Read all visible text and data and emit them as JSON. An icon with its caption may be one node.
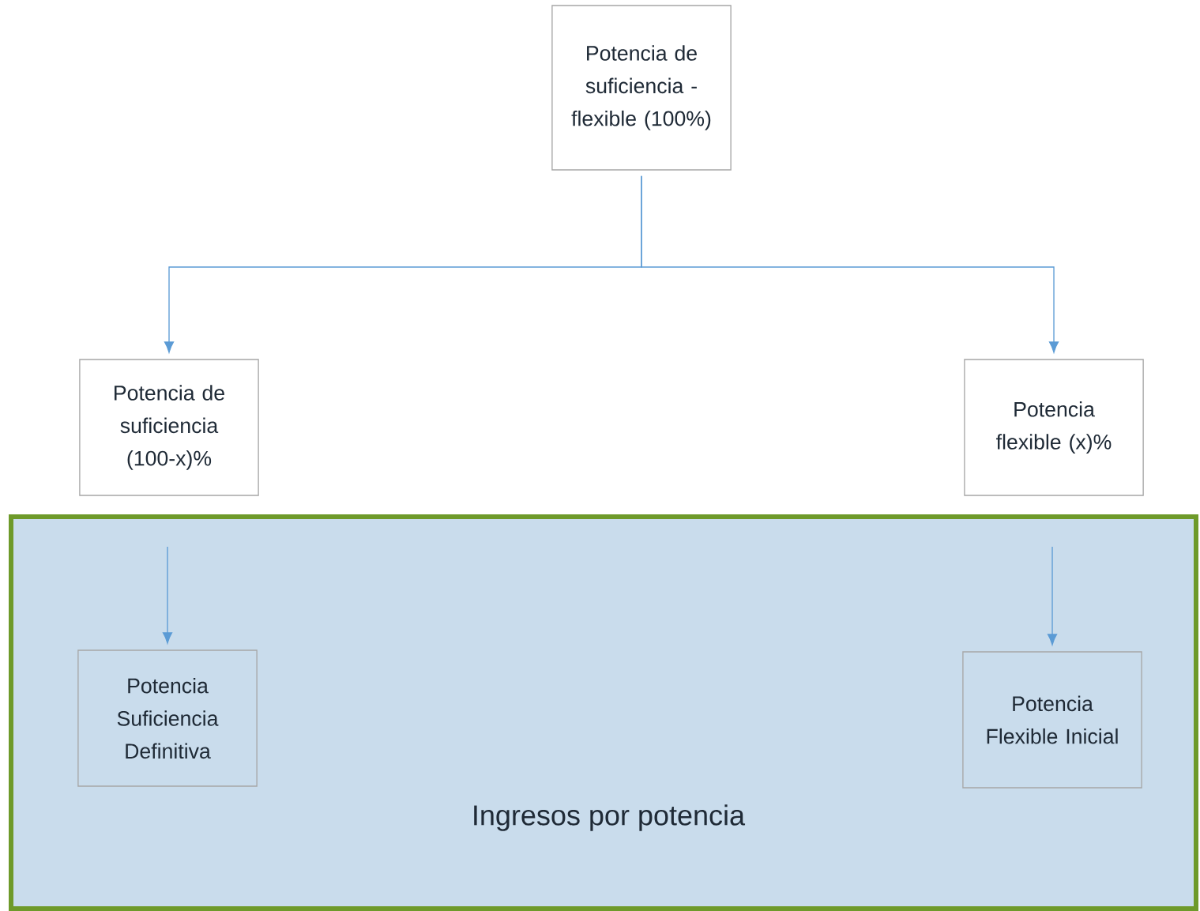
{
  "diagram": {
    "nodes": [
      {
        "text": [
          "Potencia de suficiencia - flexible (100%)"
        ]
      },
      {
        "text": [
          "Potencia de suficiencia (100-x)%"
        ]
      },
      {
        "text": [
          "Potencia flexible (x)%"
        ]
      },
      {
        "text": [
          "Ingresos por potencia"
        ]
      },
      {
        "text": [
          "Potencia Suficiencia Definitiva"
        ],
        "in": 3
      },
      {
        "text": [
          "Potencia Flexible Inicial"
        ],
        "in": 3
      }
    ],
    "edges": [
      {
        "from": 0,
        "to": 1,
        "arrow": "to"
      },
      {
        "from": 0,
        "to": 2,
        "arrow": "to"
      },
      {
        "from": 1,
        "to": 4,
        "arrow": "to"
      },
      {
        "from": 2,
        "to": 5,
        "arrow": "to"
      }
    ]
  }
}
